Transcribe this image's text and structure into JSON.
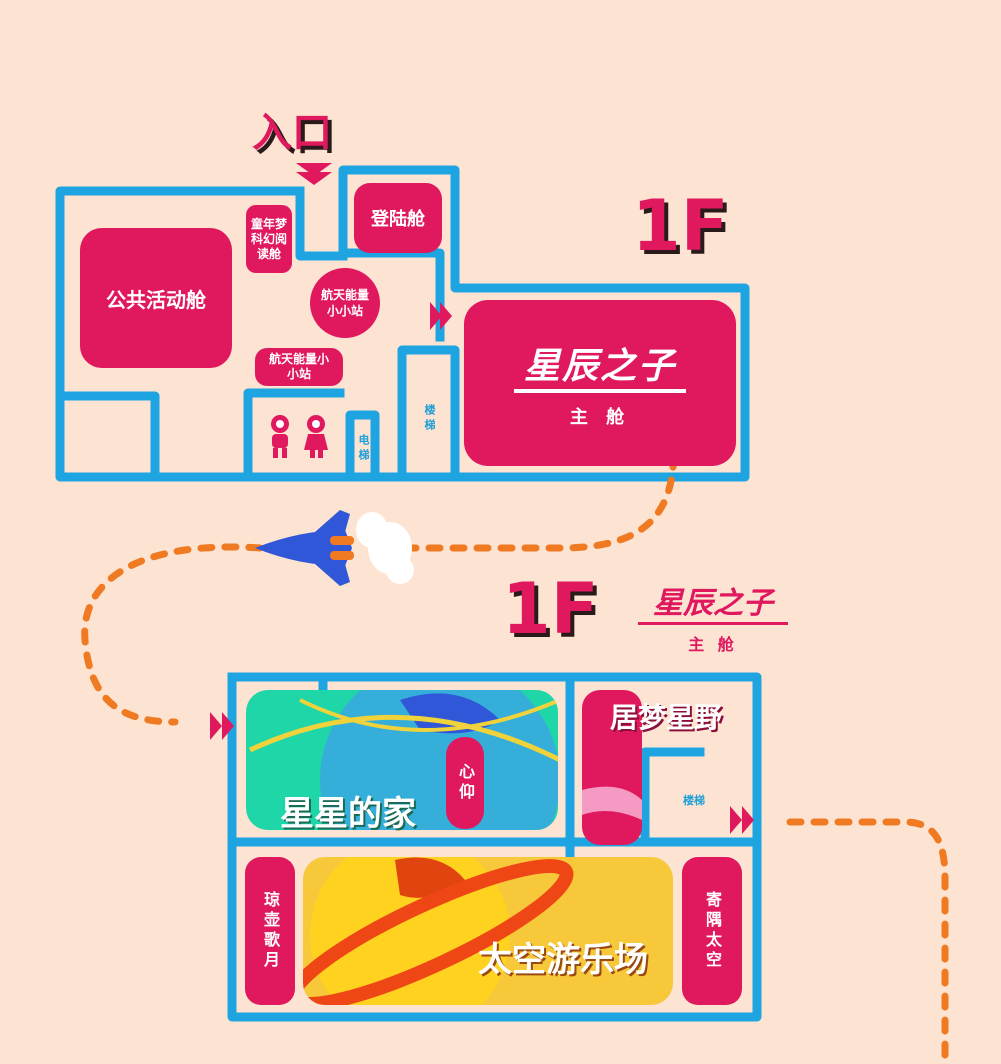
{
  "entrance": "入口",
  "floor_top": "1F",
  "floor_mid": "1F",
  "brand": {
    "title": "星辰之子",
    "subtitle": "主 舱"
  },
  "rooms_top": {
    "public": "公共活动舱",
    "childhood": "童年梦科幻阅读舱",
    "landing": "登陆舱",
    "energy_round": "航天能量小小站",
    "energy_pill": "航天能量小小站",
    "elevator": "电梯",
    "stairs": "楼梯",
    "main": "主 舱"
  },
  "rooms_bottom": {
    "star_home": "星星的家",
    "xinyang": "心仰",
    "jumeng": "居梦星野",
    "stairs": "楼梯",
    "qiong": "琼壶歌月",
    "space_park": "太空游乐场",
    "jiyu": "寄隅太空"
  },
  "colors": {
    "background": "#fde3d2",
    "wall": "#1ea4e0",
    "room": "#e0195f",
    "path": "#f07a22"
  }
}
